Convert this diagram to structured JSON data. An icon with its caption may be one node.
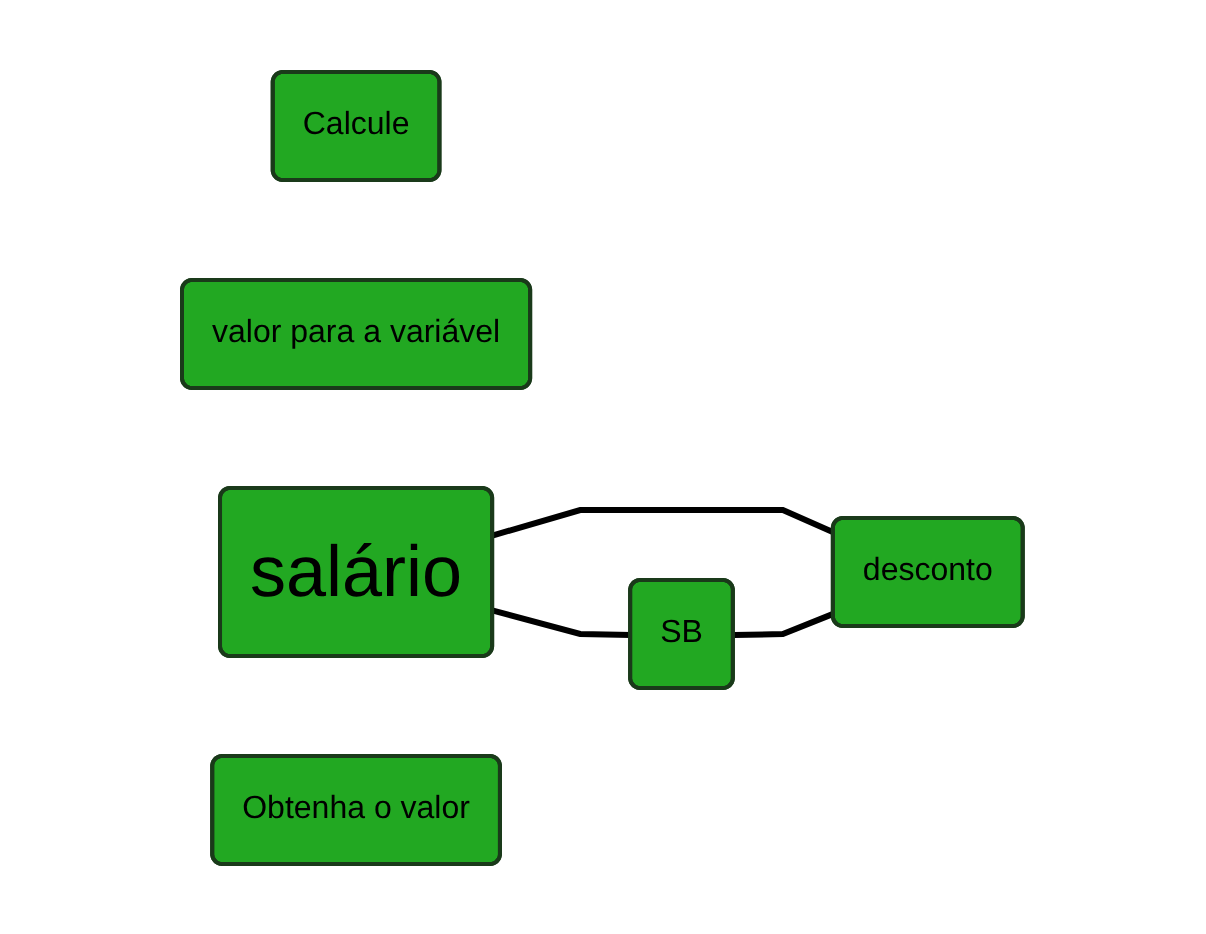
{
  "diagram": {
    "nodes": [
      {
        "text": [
          "Calcule"
        ]
      },
      {
        "text": [
          "valor para a variável"
        ]
      },
      {
        "text": [
          "desconto"
        ]
      },
      {
        "text": [
          "salário"
        ]
      },
      {
        "text": [
          "SB"
        ]
      },
      {
        "text": [
          "Obtenha o valor"
        ]
      }
    ],
    "edges": [
      {
        "from": 3,
        "to": 2,
        "arrow": "none"
      },
      {
        "from": 3,
        "to": 4,
        "arrow": "none"
      },
      {
        "from": 4,
        "to": 2,
        "arrow": "none"
      }
    ]
  }
}
